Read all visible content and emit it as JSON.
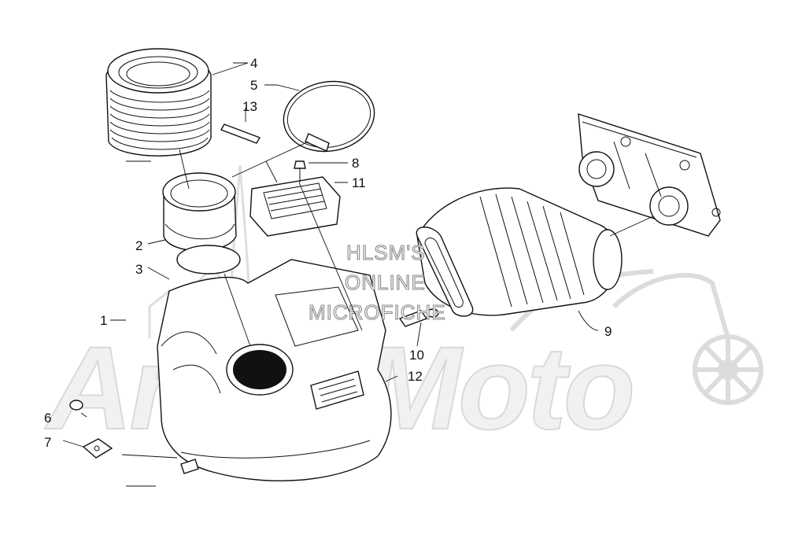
{
  "watermark": {
    "brand": "ArcticMoto",
    "overlay_lines": [
      "HLSM'S",
      "ONLINE",
      "MICROFICHE"
    ]
  },
  "callouts": {
    "p1": "1",
    "p2": "2",
    "p3": "3",
    "p4": "4",
    "p5": "5",
    "p6": "6",
    "p7": "7",
    "p8": "8",
    "p9": "9",
    "p10": "10",
    "p11": "11",
    "p12": "12",
    "p13": "13"
  }
}
